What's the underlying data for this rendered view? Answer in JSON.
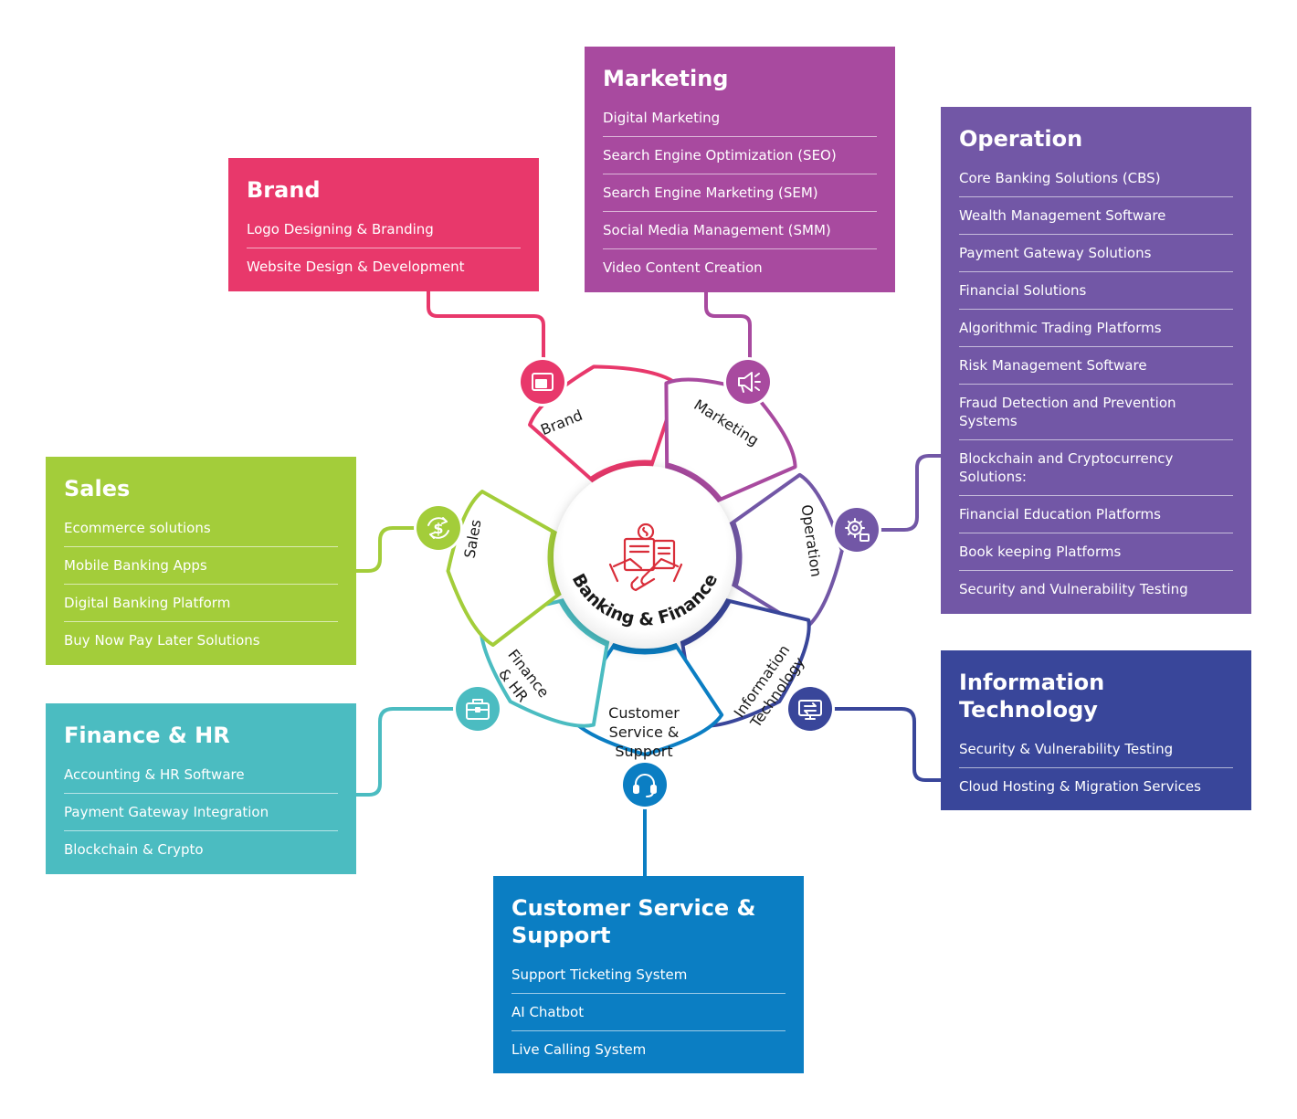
{
  "center": {
    "label": "Banking & Finance"
  },
  "colors": {
    "brand": "#e8386b",
    "marketing": "#a84a9f",
    "operation": "#7257a6",
    "sales": "#a3cd3a",
    "finance": "#4bbcc1",
    "it": "#39469a",
    "cs": "#0b7ec3",
    "center_icon": "#d92e3a"
  },
  "petals": [
    {
      "key": "brand",
      "lines": [
        "Brand"
      ],
      "icon": "window-icon"
    },
    {
      "key": "marketing",
      "lines": [
        "Marketing"
      ],
      "icon": "megaphone-icon"
    },
    {
      "key": "operation",
      "lines": [
        "Operation"
      ],
      "icon": "gear-icon"
    },
    {
      "key": "it",
      "lines": [
        "Information",
        "Technology"
      ],
      "icon": "monitor-icon"
    },
    {
      "key": "cs",
      "lines": [
        "Customer",
        "Service &",
        "Support"
      ],
      "icon": "headset-icon"
    },
    {
      "key": "finance",
      "lines": [
        "Finance",
        "& HR"
      ],
      "icon": "briefcase-icon"
    },
    {
      "key": "sales",
      "lines": [
        "Sales"
      ],
      "icon": "dollar-icon"
    }
  ],
  "boxes": {
    "brand": {
      "title": "Brand",
      "items": [
        "Logo Designing & Branding",
        "Website Design & Development"
      ]
    },
    "marketing": {
      "title": "Marketing",
      "items": [
        "Digital Marketing",
        "Search Engine Optimization (SEO)",
        "Search Engine Marketing (SEM)",
        "Social Media Management (SMM)",
        "Video Content Creation"
      ]
    },
    "operation": {
      "title": "Operation",
      "items": [
        "Core Banking Solutions (CBS)",
        "Wealth Management Software",
        "Payment Gateway Solutions",
        "Financial Solutions",
        "Algorithmic Trading Platforms",
        "Risk Management Software",
        "Fraud Detection and Prevention Systems",
        "Blockchain and Cryptocurrency Solutions:",
        "Financial Education Platforms",
        "Book keeping Platforms",
        "Security and Vulnerability Testing"
      ]
    },
    "sales": {
      "title": "Sales",
      "items": [
        "Ecommerce solutions",
        "Mobile Banking Apps",
        "Digital Banking Platform",
        "Buy Now Pay Later Solutions"
      ]
    },
    "finance": {
      "title": "Finance & HR",
      "items": [
        "Accounting & HR Software",
        "Payment Gateway Integration",
        "Blockchain & Crypto"
      ]
    },
    "it": {
      "title": "Information Technology",
      "items": [
        "Security & Vulnerability Testing",
        "Cloud Hosting & Migration Services"
      ]
    },
    "cs": {
      "title": "Customer Service & Support",
      "items": [
        "Support Ticketing System",
        "AI Chatbot",
        "Live Calling System"
      ]
    }
  }
}
